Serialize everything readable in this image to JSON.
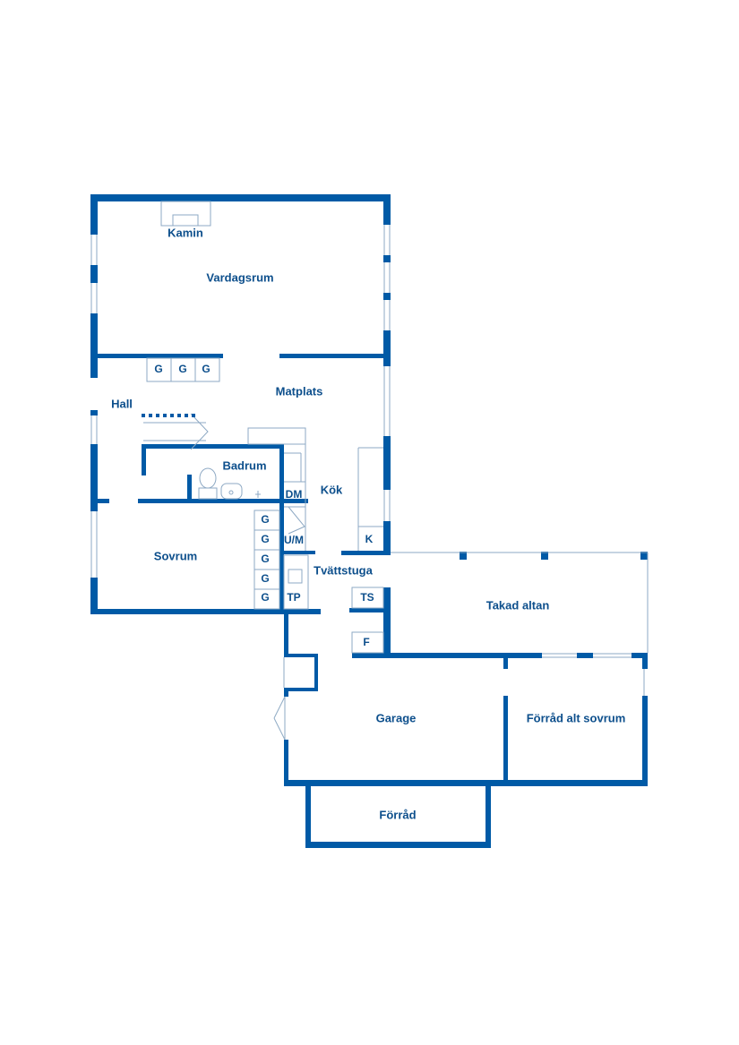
{
  "rooms": {
    "kamin": "Kamin",
    "vardagsrum": "Vardagsrum",
    "hall": "Hall",
    "matplats": "Matplats",
    "badrum": "Badrum",
    "kok": "Kök",
    "sovrum": "Sovrum",
    "tvattstuga": "Tvättstuga",
    "takad_altan": "Takad altan",
    "garage": "Garage",
    "forrad_alt_sovrum": "Förråd alt sovrum",
    "forrad": "Förråd"
  },
  "fixtures": {
    "g": "G",
    "dm": "DM",
    "um": "U/M",
    "k": "K",
    "tp": "TP",
    "ts": "TS",
    "f": "F"
  },
  "colors": {
    "wall": "#005aa6",
    "label": "#0d4f8c",
    "thin_line": "#8ea9c4"
  }
}
